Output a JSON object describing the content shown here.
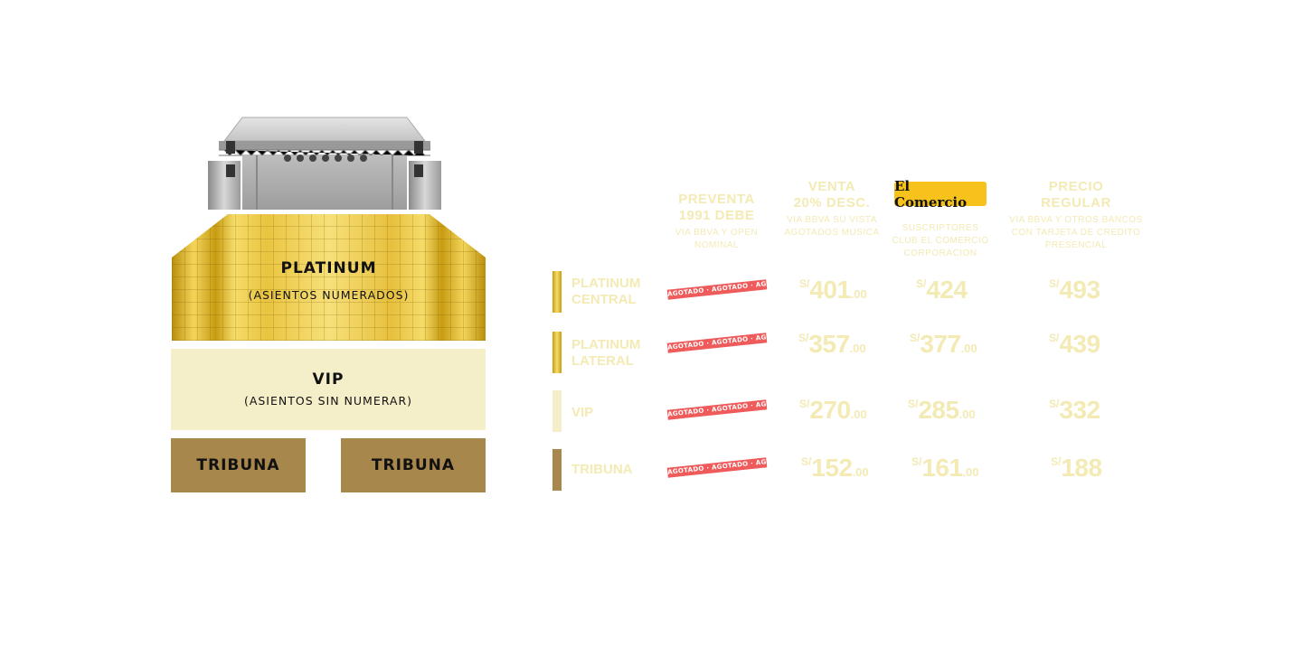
{
  "map": {
    "platinum_title": "PLATINUM",
    "platinum_sub": "(ASIENTOS NUMERADOS)",
    "vip_title": "VIP",
    "vip_sub": "(ASIENTOS SIN NUMERAR)",
    "tribuna_left": "TRIBUNA",
    "tribuna_right": "TRIBUNA"
  },
  "headers": {
    "preventa": {
      "title": "PREVENTA\n1991 DEBE",
      "sub": "VIA BBVA Y OPEN NOMINAL"
    },
    "venta": {
      "title": "VENTA\n20% DESC.",
      "sub": "VIA BBVA SU VISTA\nAGOTADOS MUSICA"
    },
    "comercio": {
      "logo": "El Comercio",
      "sub": "SUSCRIPTORES\nCLUB EL COMERCIO CORPORACION"
    },
    "general": {
      "title": "PRECIO\nREGULAR",
      "sub": "VIA BBVA Y OTROS BANCOS\nCON TARJETA DE CREDITO PRESENCIAL"
    }
  },
  "colors": {
    "gold": "#e9c43f",
    "vip": "#f5efc9",
    "tribuna": "#a8874d",
    "soldout": "#ef5a5a",
    "text_faint": "#f3eab4",
    "logo_bg": "#f7c21b"
  },
  "rows": [
    {
      "zone": "PLATINUM\nCENTRAL",
      "swatch_color": "#e9c43f",
      "soldout_text": "AGOTADO · AGOTADO · AGOTADO · AGOTADO",
      "venta": {
        "cur": "S/",
        "int": "401",
        "dec": ".00"
      },
      "comercio": {
        "cur": "S/",
        "int": "424",
        "dec": ""
      },
      "general": {
        "cur": "S/",
        "int": "493",
        "dec": ""
      }
    },
    {
      "zone": "PLATINUM\nLATERAL",
      "swatch_color": "#e9c43f",
      "soldout_text": "AGOTADO · AGOTADO · AGOTADO · AGOTADO",
      "venta": {
        "cur": "S/",
        "int": "357",
        "dec": ".00"
      },
      "comercio": {
        "cur": "S/",
        "int": "377",
        "dec": ".00"
      },
      "general": {
        "cur": "S/",
        "int": "439",
        "dec": ""
      }
    },
    {
      "zone": "VIP",
      "swatch_color": "#f5efc9",
      "soldout_text": "AGOTADO · AGOTADO · AGOTADO · AGOTADO",
      "venta": {
        "cur": "S/",
        "int": "270",
        "dec": ".00"
      },
      "comercio": {
        "cur": "S/",
        "int": "285",
        "dec": ".00"
      },
      "general": {
        "cur": "S/",
        "int": "332",
        "dec": ""
      }
    },
    {
      "zone": "TRIBUNA",
      "swatch_color": "#a8874d",
      "soldout_text": "AGOTADO · AGOTADO · AGOTADO · AGOTADO",
      "venta": {
        "cur": "S/",
        "int": "152",
        "dec": ".00"
      },
      "comercio": {
        "cur": "S/",
        "int": "161",
        "dec": ".00"
      },
      "general": {
        "cur": "S/",
        "int": "188",
        "dec": ""
      }
    }
  ]
}
